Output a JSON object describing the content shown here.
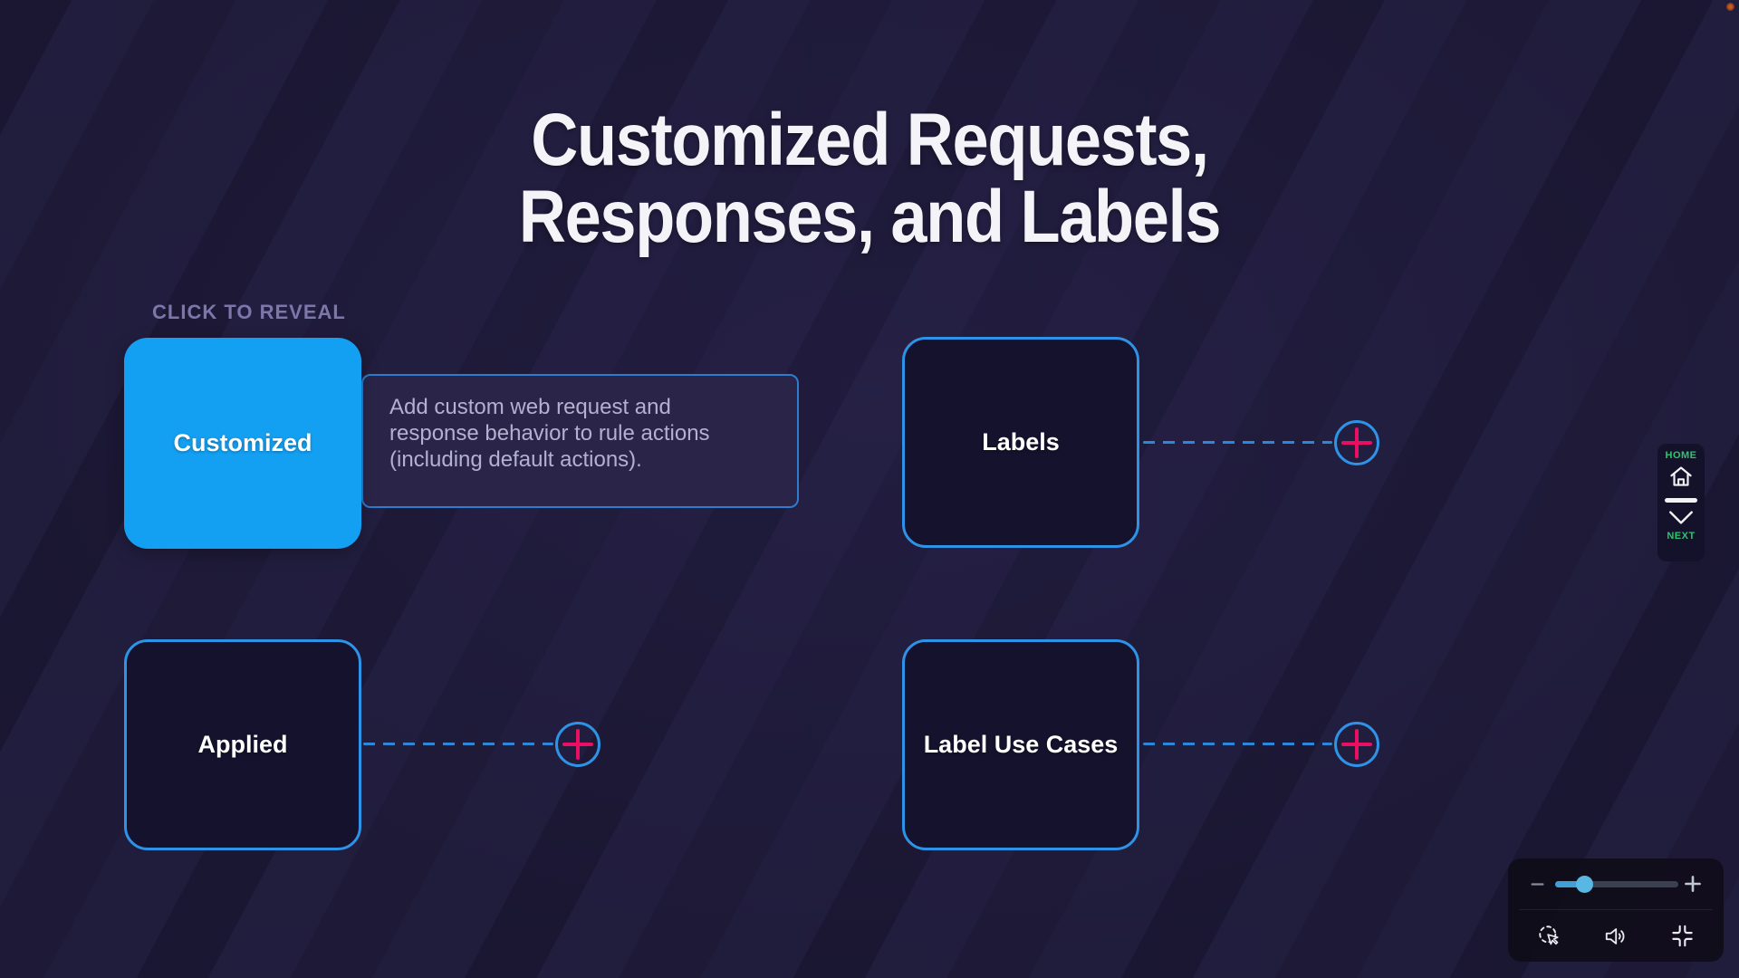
{
  "title": {
    "line1": "Customized Requests,",
    "line2": "Responses, and Labels"
  },
  "hint_label": "CLICK TO REVEAL",
  "cards": [
    {
      "label": "Customized",
      "state": "revealed",
      "reveal_text": "Add custom web request and response behavior to rule actions (including default actions).",
      "reveal_lines": [
        "Add custom web request and",
        "response behavior to rule actions",
        "(including default actions)."
      ]
    },
    {
      "label": "Labels",
      "state": "hidden"
    },
    {
      "label": "Applied",
      "state": "hidden"
    },
    {
      "label": "Label Use Cases",
      "state": "hidden"
    }
  ],
  "side_nav": {
    "home_label": "HOME",
    "next_label": "NEXT",
    "icons": [
      "house-icon",
      "chevron-down-icon"
    ]
  },
  "player": {
    "slider_pct": 26,
    "slider_fill_style": "width:26%",
    "slider_thumb_style": "left:calc(19% - 3px)",
    "icons": [
      "minus-icon",
      "plus-icon",
      "cursor-click-icon",
      "volume-icon",
      "compress-icon"
    ]
  },
  "colors": {
    "background": "#201c3b",
    "accent_blue": "#14a0f2",
    "outline_blue": "#2e93e6",
    "dash_blue": "#2e86d8",
    "plus_pink": "#ec0e63",
    "nav_green": "#2ec46e",
    "panel_bg": "#2a2449",
    "card_bg": "#15122d",
    "title_text": "#f4f3f8",
    "body_text": "#b3b0d0",
    "hint_text": "#7c76ab",
    "slider_fill": "#3f9fd6",
    "slider_thumb": "#59b7e3",
    "indicator_dot": "#c26229"
  }
}
